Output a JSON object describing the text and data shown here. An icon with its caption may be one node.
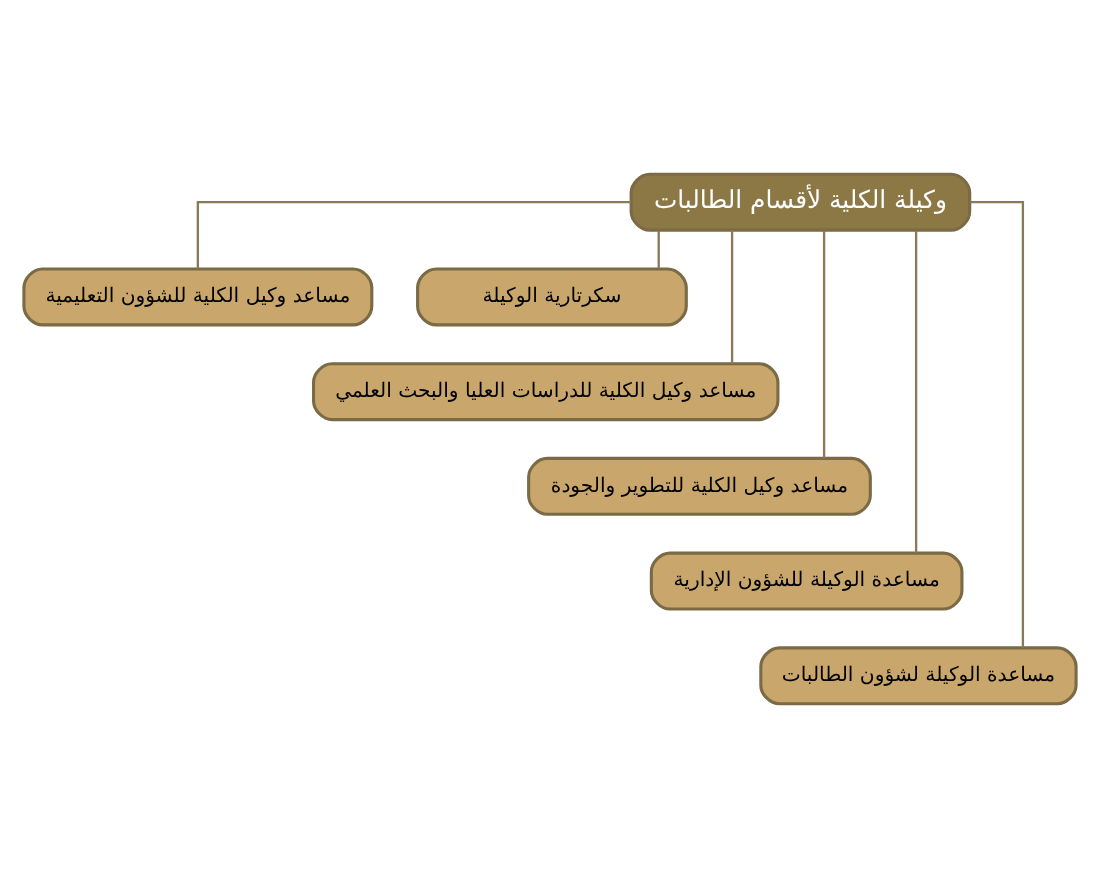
{
  "diagram": {
    "nodes": [
      {
        "text": [
          "وكيلة الكلية لأقسام الطالبات"
        ]
      },
      {
        "text": [
          "سكرتارية الوكيلة"
        ]
      },
      {
        "text": [
          "مساعد وكيل الكلية للشؤون التعليمية"
        ]
      },
      {
        "text": [
          "مساعد وكيل الكلية للدراسات العليا والبحث العلمي"
        ]
      },
      {
        "text": [
          "مساعد وكيل الكلية للتطوير والجودة"
        ]
      },
      {
        "text": [
          "مساعدة الوكيلة للشؤون الإدارية"
        ]
      },
      {
        "text": [
          "مساعدة الوكيلة لشؤون الطالبات"
        ]
      }
    ],
    "edges": [
      {
        "from": 0,
        "to": 1,
        "arrow": "none"
      },
      {
        "from": 0,
        "to": 2,
        "arrow": "none"
      },
      {
        "from": 0,
        "to": 3,
        "arrow": "none"
      },
      {
        "from": 0,
        "to": 4,
        "arrow": "none"
      },
      {
        "from": 0,
        "to": 5,
        "arrow": "none"
      },
      {
        "from": 0,
        "to": 6,
        "arrow": "none"
      }
    ]
  }
}
